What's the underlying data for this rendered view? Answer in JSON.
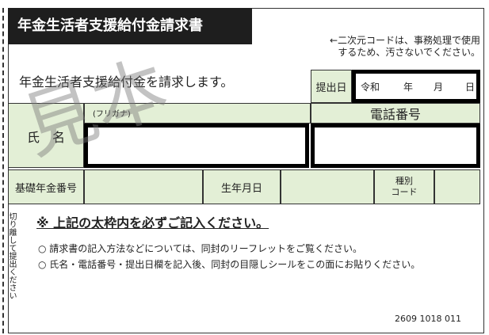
{
  "form": {
    "title": "年金生活者支援給付金請求書",
    "qr_note_line1": "←二次元コードは、事務処理で使用",
    "qr_note_line2": "するため、汚さないでください。",
    "request_text": "年金生活者支援給付金を請求します。",
    "submit_date_label": "提出日",
    "date_era": "令和",
    "date_year": "年",
    "date_month": "月",
    "date_day": "日",
    "furigana_label": "(フリガナ)",
    "name_label": "氏　名",
    "phone_label": "電話番号",
    "pension_number_label": "基礎年金番号",
    "birth_date_label": "生年月日",
    "type_code_label_line1": "種別",
    "type_code_label_line2": "コード",
    "watermark": "見本",
    "instruction": "※ 上記の太枠内を必ずご記入ください。",
    "bullet1": "○ 請求書の記入方法などについては、同封のリーフレットをご覧ください。",
    "bullet2": "○ 氏名・電話番号・提出日欄を記入後、同封の目隠しシールをこの面にお貼りください。",
    "cut_note": "切り離して提出ください",
    "form_code": "2609 1018 011"
  },
  "colors": {
    "header_bg": "#1e1e1e",
    "label_bg": "#e3efd6",
    "border": "#333333"
  }
}
